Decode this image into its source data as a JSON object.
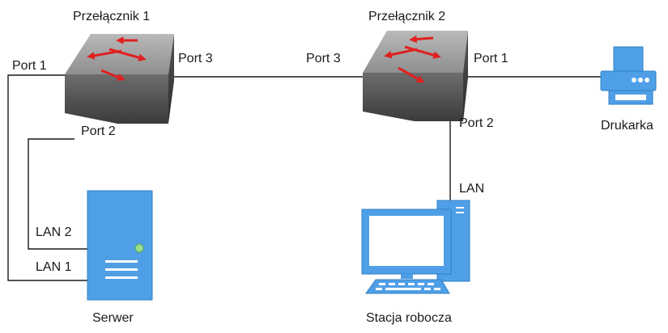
{
  "switch1": {
    "title": "Przełącznik 1",
    "port1": "Port 1",
    "port2": "Port 2",
    "port3": "Port 3"
  },
  "switch2": {
    "title": "Przełącznik 2",
    "port1": "Port 1",
    "port2": "Port 2",
    "port3": "Port 3"
  },
  "server": {
    "label": "Serwer",
    "lan1": "LAN 1",
    "lan2": "LAN 2"
  },
  "printer": {
    "label": "Drukarka"
  },
  "workstation": {
    "label": "Stacja robocza",
    "lan": "LAN"
  },
  "colors": {
    "switch_top": "#9a9a9a",
    "switch_side": "#555555",
    "arrow": "#e02020",
    "device_blue": "#4f9fe6",
    "device_blue_dark": "#2f7fc6",
    "wire": "#1a1a1a"
  }
}
